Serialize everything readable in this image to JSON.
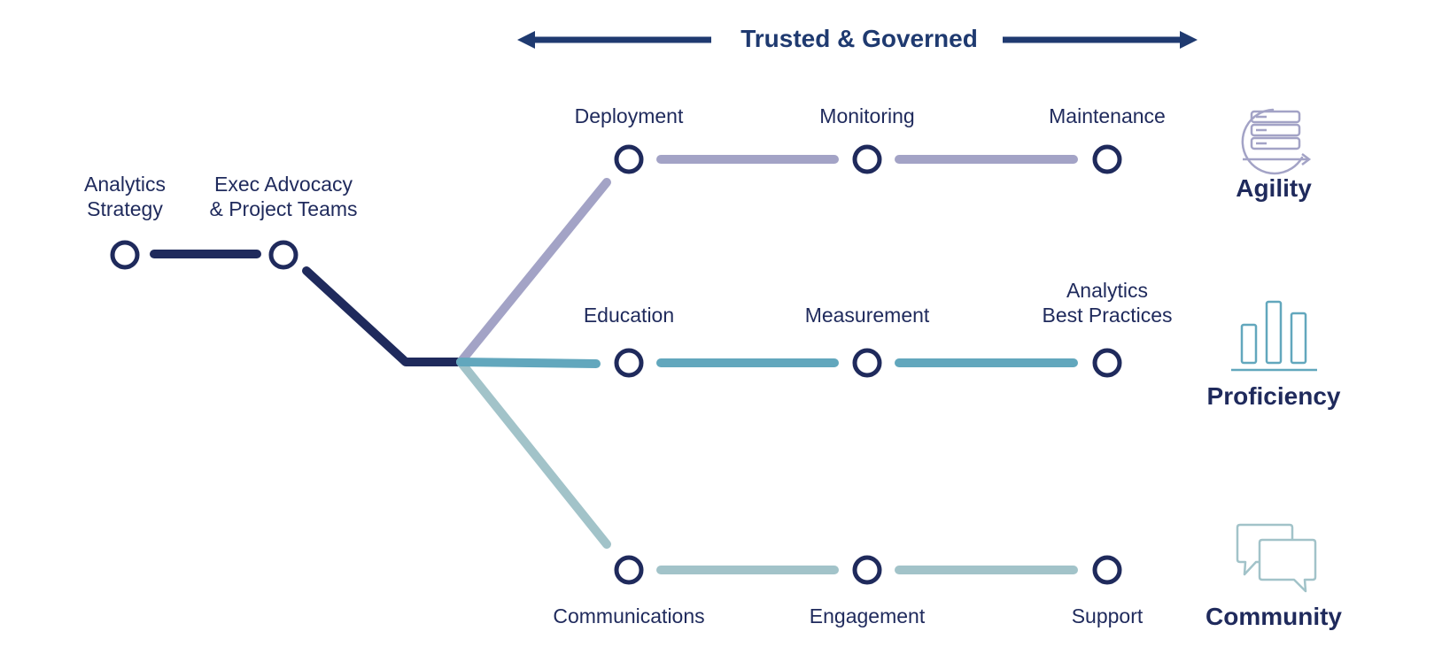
{
  "banner": {
    "title": "Trusted & Governed"
  },
  "foundation": {
    "node1": {
      "line1": "Analytics",
      "line2": "Strategy"
    },
    "node2": {
      "line1": "Exec Advocacy",
      "line2": "& Project Teams"
    }
  },
  "tracks": {
    "agility": {
      "heading": "Agility",
      "icon": "server-stack-icon",
      "color": "#a3a3c6",
      "stops": [
        "Deployment",
        "Monitoring",
        "Maintenance"
      ]
    },
    "proficiency": {
      "heading": "Proficiency",
      "icon": "bar-chart-icon",
      "color": "#62a7bd",
      "stops": [
        "Education",
        "Measurement"
      ],
      "stop3": {
        "line1": "Analytics",
        "line2": "Best Practices"
      }
    },
    "community": {
      "heading": "Community",
      "icon": "chat-bubbles-icon",
      "color": "#a2c3c9",
      "stops": [
        "Communications",
        "Engagement",
        "Support"
      ]
    }
  },
  "colors": {
    "node_stroke": "#1f2a5c",
    "foundation_line": "#1f2a5c",
    "arrow": "#1f3a70"
  }
}
